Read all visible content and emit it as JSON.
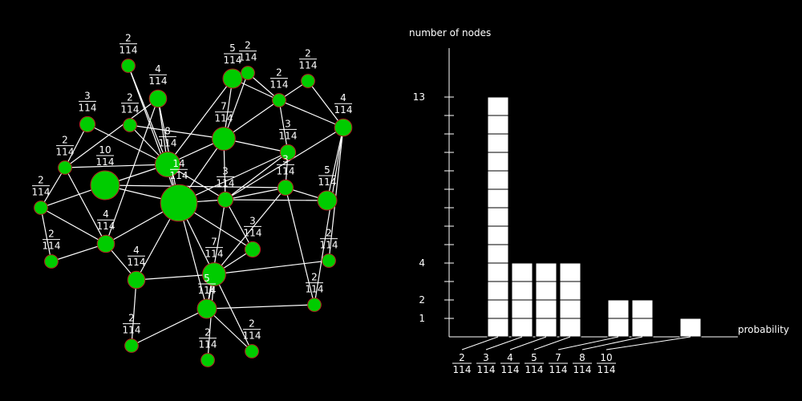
{
  "colors": {
    "background": "#000000",
    "node_fill": "#00cc00",
    "node_stroke": "#b22222",
    "edge": "#ffffff",
    "bar": "#ffffff",
    "text": "#ffffff"
  },
  "graph": {
    "denominator": "114",
    "nodes": [
      {
        "id": "n1",
        "degree": 2
      },
      {
        "id": "n2",
        "degree": 4
      },
      {
        "id": "n3",
        "degree": 5
      },
      {
        "id": "n4",
        "degree": 2
      },
      {
        "id": "n5",
        "degree": 2
      },
      {
        "id": "n6",
        "degree": 3
      },
      {
        "id": "n7",
        "degree": 2
      },
      {
        "id": "n8",
        "degree": 7
      },
      {
        "id": "n9",
        "degree": 2
      },
      {
        "id": "n10",
        "degree": 4
      },
      {
        "id": "n11",
        "degree": 8
      },
      {
        "id": "n12",
        "degree": 3
      },
      {
        "id": "n13",
        "degree": 2
      },
      {
        "id": "n14",
        "degree": 10
      },
      {
        "id": "n15",
        "degree": 2
      },
      {
        "id": "n16",
        "degree": 14
      },
      {
        "id": "n17",
        "degree": 3
      },
      {
        "id": "n18",
        "degree": 3
      },
      {
        "id": "n19",
        "degree": 4
      },
      {
        "id": "n20",
        "degree": 5
      },
      {
        "id": "n21",
        "degree": 2
      },
      {
        "id": "n22",
        "degree": 3
      },
      {
        "id": "n23",
        "degree": 4
      },
      {
        "id": "n24",
        "degree": 7
      },
      {
        "id": "n25",
        "degree": 2
      },
      {
        "id": "n26",
        "degree": 5
      },
      {
        "id": "n27",
        "degree": 2
      },
      {
        "id": "n28",
        "degree": 2
      },
      {
        "id": "n29",
        "degree": 2
      },
      {
        "id": "n30",
        "degree": 2
      }
    ],
    "edges": [
      [
        "n1",
        "n11"
      ],
      [
        "n2",
        "n11"
      ],
      [
        "n2",
        "n3"
      ],
      [
        "n2",
        "n8"
      ],
      [
        "n3",
        "n4"
      ],
      [
        "n3",
        "n11"
      ],
      [
        "n3",
        "n8"
      ],
      [
        "n4",
        "n10"
      ],
      [
        "n5",
        "n10"
      ],
      [
        "n5",
        "n11"
      ],
      [
        "n6",
        "n16"
      ],
      [
        "n6",
        "n7"
      ],
      [
        "n7",
        "n19"
      ],
      [
        "n7",
        "n11"
      ],
      [
        "n8",
        "n11"
      ],
      [
        "n8",
        "n14"
      ],
      [
        "n8",
        "n10"
      ],
      [
        "n8",
        "n12"
      ],
      [
        "n8",
        "n16"
      ],
      [
        "n9",
        "n16"
      ],
      [
        "n9",
        "n11"
      ],
      [
        "n10",
        "n12"
      ],
      [
        "n10",
        "n17"
      ],
      [
        "n10",
        "n29"
      ],
      [
        "n11",
        "n13"
      ],
      [
        "n11",
        "n16"
      ],
      [
        "n11",
        "n14"
      ],
      [
        "n12",
        "n14"
      ],
      [
        "n12",
        "n17"
      ],
      [
        "n13",
        "n19"
      ],
      [
        "n13",
        "n20"
      ],
      [
        "n13",
        "n16"
      ],
      [
        "n14",
        "n16"
      ],
      [
        "n14",
        "n17"
      ],
      [
        "n14",
        "n18"
      ],
      [
        "n14",
        "n22"
      ],
      [
        "n14",
        "n24"
      ],
      [
        "n15",
        "n19"
      ],
      [
        "n16",
        "n20"
      ],
      [
        "n16",
        "n22"
      ],
      [
        "n16",
        "n23"
      ],
      [
        "n16",
        "n24"
      ],
      [
        "n16",
        "n26"
      ],
      [
        "n17",
        "n18"
      ],
      [
        "n17",
        "n27"
      ],
      [
        "n18",
        "n24"
      ],
      [
        "n19",
        "n20"
      ],
      [
        "n20",
        "n23"
      ],
      [
        "n21",
        "n20"
      ],
      [
        "n22",
        "n24"
      ],
      [
        "n23",
        "n24"
      ],
      [
        "n24",
        "n26"
      ],
      [
        "n24",
        "n30"
      ],
      [
        "n25",
        "n26"
      ],
      [
        "n26",
        "n27"
      ],
      [
        "n26",
        "n28"
      ],
      [
        "n26",
        "n14"
      ],
      [
        "n2",
        "n16"
      ],
      [
        "n8",
        "n17"
      ],
      [
        "n14",
        "n10"
      ],
      [
        "n16",
        "n8"
      ],
      [
        "n21",
        "n19"
      ],
      [
        "n24",
        "n29"
      ],
      [
        "n3",
        "n16"
      ],
      [
        "n11",
        "n19"
      ],
      [
        "n12",
        "n22"
      ],
      [
        "n13",
        "n11"
      ],
      [
        "n17",
        "n16"
      ],
      [
        "n18",
        "n22"
      ],
      [
        "n4",
        "n12"
      ],
      [
        "n6",
        "n11"
      ],
      [
        "n7",
        "n9"
      ],
      [
        "n19",
        "n16"
      ],
      [
        "n20",
        "n26"
      ],
      [
        "n23",
        "n26"
      ],
      [
        "n24",
        "n16"
      ],
      [
        "n10",
        "n16"
      ],
      [
        "n8",
        "n24"
      ],
      [
        "n12",
        "n16"
      ],
      [
        "n5",
        "n8"
      ],
      [
        "n2",
        "n19"
      ],
      [
        "n3",
        "n13"
      ],
      [
        "n9",
        "n20"
      ],
      [
        "n13",
        "n14"
      ],
      [
        "n14",
        "n11"
      ],
      [
        "n16",
        "n24"
      ],
      [
        "n17",
        "n29"
      ],
      [
        "n18",
        "n26"
      ],
      [
        "n22",
        "n26"
      ],
      [
        "n25",
        "n16"
      ],
      [
        "n15",
        "n21"
      ],
      [
        "n30",
        "n26"
      ],
      [
        "n27",
        "n24"
      ],
      [
        "n28",
        "n24"
      ],
      [
        "n29",
        "n22"
      ],
      [
        "n20",
        "n24"
      ],
      [
        "n9",
        "n13"
      ],
      [
        "n6",
        "n19"
      ],
      [
        "n1",
        "n16"
      ],
      [
        "n2",
        "n13"
      ],
      [
        "n8",
        "n13"
      ],
      [
        "n11",
        "n24"
      ],
      [
        "n14",
        "n20"
      ],
      [
        "n16",
        "n18"
      ],
      [
        "n17",
        "n24"
      ],
      [
        "n12",
        "n11"
      ],
      [
        "n4",
        "n8"
      ],
      [
        "n10",
        "n14"
      ],
      [
        "n23",
        "n29"
      ],
      [
        "n3",
        "n6"
      ],
      [
        "n21",
        "n11"
      ],
      [
        "n22",
        "n30"
      ],
      [
        "n25",
        "n24"
      ],
      [
        "n26",
        "n16"
      ]
    ]
  },
  "chart_data": {
    "type": "bar",
    "xlabel": "probability",
    "ylabel": "number of nodes",
    "categories": [
      {
        "num": "2",
        "den": "114"
      },
      {
        "num": "3",
        "den": "114"
      },
      {
        "num": "4",
        "den": "114"
      },
      {
        "num": "5",
        "den": "114"
      },
      {
        "num": "7",
        "den": "114"
      },
      {
        "num": "8",
        "den": "114"
      },
      {
        "num": "10",
        "den": "114"
      }
    ],
    "bars": [
      {
        "category_index": 0,
        "value": 13
      },
      {
        "category_index": 1,
        "value": 4
      },
      {
        "category_index": 2,
        "value": 4
      },
      {
        "category_index": 3,
        "value": 4
      },
      {
        "category_index": 4,
        "value": 2
      },
      {
        "category_index": 5,
        "value": 2
      },
      {
        "category_index": 6,
        "value": 1
      }
    ],
    "yticks_labeled": [
      "1",
      "2",
      "4",
      "13"
    ],
    "ylim": [
      0,
      14
    ]
  }
}
